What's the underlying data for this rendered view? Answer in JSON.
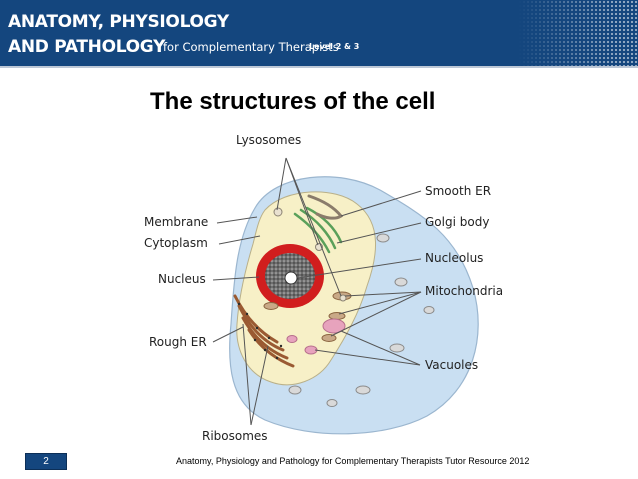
{
  "header": {
    "title_line1": "ANATOMY, PHYSIOLOGY",
    "title_line2": "AND PATHOLOGY",
    "subtitle": "for Complementary Therapists",
    "level": "Level 2 & 3"
  },
  "slide": {
    "title": "The structures of the cell"
  },
  "diagram": {
    "labels": {
      "lysosomes": "Lysosomes",
      "membrane": "Membrane",
      "cytoplasm": "Cytoplasm",
      "nucleus": "Nucleus",
      "rough_er": "Rough ER",
      "ribosomes": "Ribosomes",
      "smooth_er": "Smooth ER",
      "golgi_body": "Golgi body",
      "nucleolus": "Nucleolus",
      "mitochondria": "Mitochondria",
      "vacuoles": "Vacuoles"
    }
  },
  "footer": {
    "page_number": "2",
    "text": "Anatomy, Physiology and Pathology for Complementary Therapists Tutor Resource 2012"
  },
  "colors": {
    "header_blue": "#14467e",
    "cytoplasm_blue": "#c9dff2",
    "cytoplasm_yellow": "#f7f0c7",
    "nuclear_envelope": "#d11e1e",
    "rough_er_brown": "#9a5a32",
    "golgi_green": "#5aa05a",
    "vacuole_pink": "#e7a3bd"
  }
}
